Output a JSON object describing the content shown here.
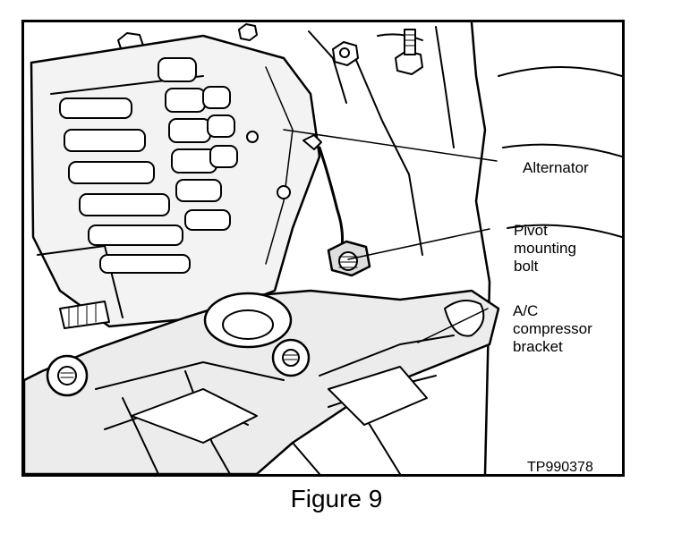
{
  "labels": {
    "alternator": "Alternator",
    "pivot_line1": "Pivot",
    "pivot_line2": "mounting",
    "pivot_line3": "bolt",
    "ac_line1": "A/C",
    "ac_line2": "compressor",
    "ac_line3": "bracket"
  },
  "figure_code": "TP990378",
  "caption": "Figure 9"
}
